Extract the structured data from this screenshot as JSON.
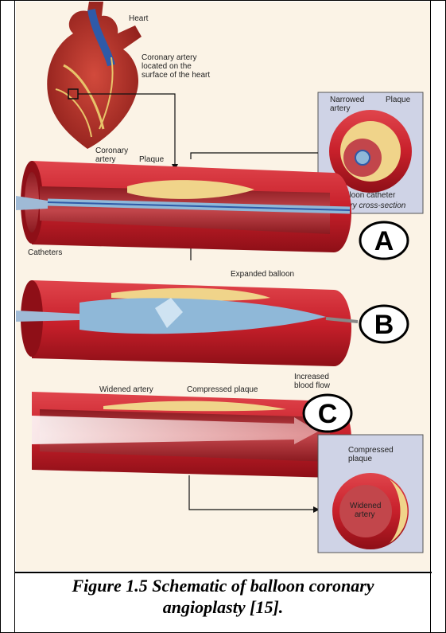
{
  "figure": {
    "caption_line1": "Figure 1.5 Schematic of balloon coronary",
    "caption_line2": "angioplasty [15].",
    "labels": {
      "heart": "Heart",
      "coronary_located_1": "Coronary artery",
      "coronary_located_2": "located on the",
      "coronary_located_3": "surface of the heart",
      "narrowed_1": "Narrowed",
      "narrowed_2": "artery",
      "plaque_top": "Plaque",
      "balloon_catheter": "Balloon catheter",
      "artery_cross_section": "Artery cross-section",
      "coronary_1": "Coronary",
      "coronary_2": "artery",
      "plaque": "Plaque",
      "catheters": "Catheters",
      "expanded_balloon": "Expanded balloon",
      "widened_artery": "Widened artery",
      "compressed_plaque": "Compressed plaque",
      "increased_1": "Increased",
      "increased_2": "blood flow",
      "compressed_plaque_2a": "Compressed",
      "compressed_plaque_2b": "plaque",
      "widened_1": "Widened",
      "widened_2": "artery"
    },
    "panel_letters": [
      "A",
      "B",
      "C"
    ],
    "colors": {
      "artery": "#c8202b",
      "artery_dark": "#8e0f17",
      "artery_inner": "#b02a30",
      "plaque": "#f0d48a",
      "balloon": "#8fb8d8",
      "inset_bg": "#cfd3e6",
      "illustration_bg": "#fbf3e6"
    }
  }
}
